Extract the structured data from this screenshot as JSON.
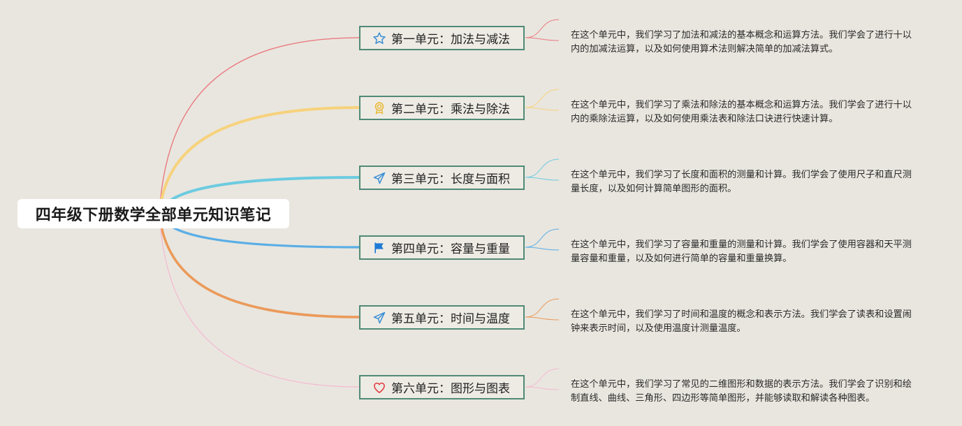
{
  "root": {
    "title": "四年级下册数学全部单元知识笔记"
  },
  "units": [
    {
      "label": "第一单元：加法与减法",
      "icon": "star-icon",
      "branch_color": "#ea7a80",
      "text": "在这个单元中，我们学习了加法和减法的基本概念和运算方法。我们学会了进行十以内的加减法运算，以及如何使用算术法则解决简单的加减法算式。"
    },
    {
      "label": "第二单元：乘法与除法",
      "icon": "award-icon",
      "branch_color": "#f7d27c",
      "text": "在这个单元中，我们学习了乘法和除法的基本概念和运算方法。我们学会了进行十以内的乘除法运算，以及如何使用乘法表和除法口诀进行快速计算。"
    },
    {
      "label": "第三单元：长度与面积",
      "icon": "paper-plane-icon",
      "branch_color": "#6ccbe0",
      "text": "在这个单元中，我们学习了长度和面积的测量和计算。我们学会了使用尺子和直尺测量长度，以及如何计算简单图形的面积。"
    },
    {
      "label": "第四单元：容量与重量",
      "icon": "flag-icon",
      "branch_color": "#5aaee6",
      "text": "在这个单元中，我们学习了容量和重量的测量和计算。我们学会了使用容器和天平测量容量和重量，以及如何进行简单的容量和重量换算。"
    },
    {
      "label": "第五单元：时间与温度",
      "icon": "paper-plane-icon",
      "branch_color": "#eb9a5a",
      "text": "在这个单元中，我们学习了时间和温度的概念和表示方法。我们学会了读表和设置闹钟来表示时间，以及使用温度计测量温度。"
    },
    {
      "label": "第六单元：图形与图表",
      "icon": "heart-icon",
      "branch_color": "#f4b9d2",
      "text": "在这个单元中，我们学习了常见的二维图形和数据的表示方法。我们学会了识别和绘制直线、曲线、三角形、四边形等简单图形，并能够读取和解读各种图表。"
    }
  ]
}
